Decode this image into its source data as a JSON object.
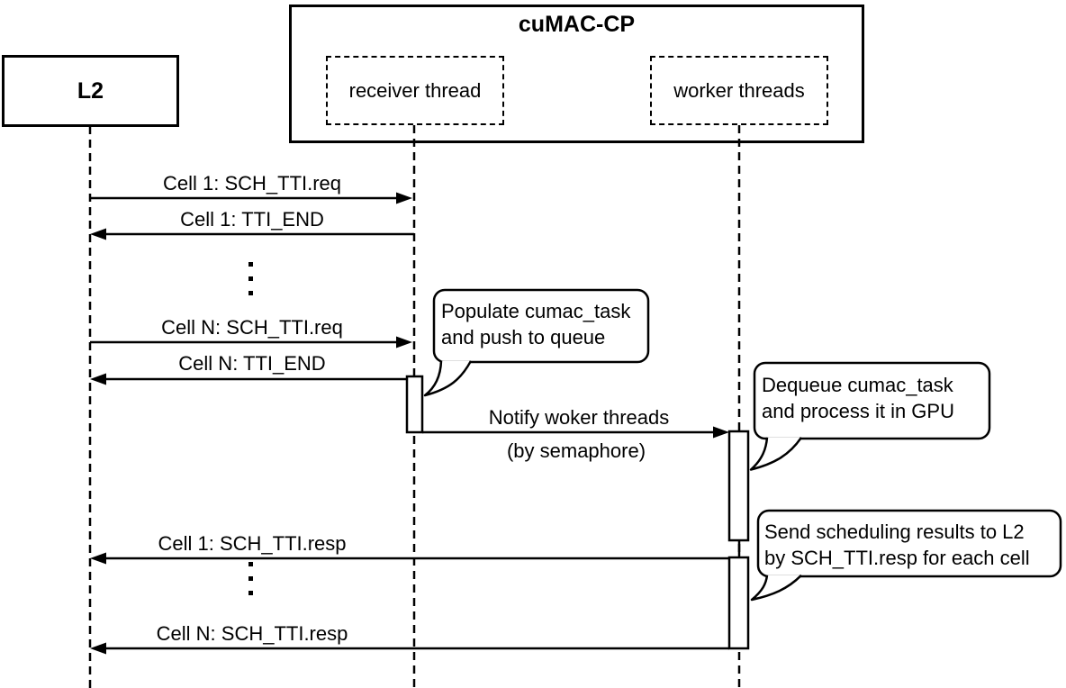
{
  "actors": {
    "l2": "L2",
    "cumac_cp": "cuMAC-CP",
    "receiver_thread": "receiver thread",
    "worker_threads": "worker threads"
  },
  "messages": {
    "cell1_req": "Cell 1: SCH_TTI.req",
    "cell1_end": "Cell 1: TTI_END",
    "celln_req": "Cell N: SCH_TTI.req",
    "celln_end": "Cell N: TTI_END",
    "notify": "Notify woker threads",
    "notify_note": "(by semaphore)",
    "cell1_resp": "Cell 1: SCH_TTI.resp",
    "celln_resp": "Cell N: SCH_TTI.resp"
  },
  "notes": {
    "populate": {
      "line1": "Populate cumac_task",
      "line2": "and push to queue"
    },
    "dequeue": {
      "line1": "Dequeue cumac_task",
      "line2": "and process it in GPU"
    },
    "send": {
      "line1": "Send scheduling results to L2",
      "line2": "by SCH_TTI.resp for each cell"
    }
  },
  "colors": {
    "stroke": "#000000",
    "background": "#ffffff",
    "text": "#000000"
  }
}
